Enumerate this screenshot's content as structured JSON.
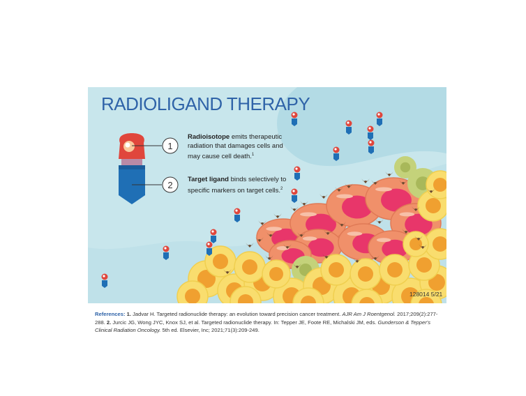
{
  "title": "RADIOLIGAND THERAPY",
  "legend": [
    {
      "number": "1",
      "term": "Radioisotope",
      "text": "emits therapeutic radiation that damages cells and may cause cell death.",
      "ref": "1"
    },
    {
      "number": "2",
      "term": "Target ligand",
      "text": "binds selectively to specific markers on target cells.",
      "ref": "2"
    }
  ],
  "figure_id": "128014 5/21",
  "references": {
    "label": "References:",
    "items": [
      {
        "number": "1.",
        "text": "Jadvar H. Targeted radionuclide therapy: an evolution toward precision cancer treatment.",
        "journal": "AJR Am J Roentgenol.",
        "citation": "2017;209(2):277-288."
      },
      {
        "number": "2.",
        "text": "Jurcic JG, Wong JYC, Knox SJ, et al. Targeted radionuclide therapy. In: Tepper JE, Foote RE, Michalski JM, eds.",
        "journal": "Gunderson & Tepper's Clinical Radiation Oncology.",
        "citation": "5th ed. Elsevier, Inc; 2021;71(3):209-249."
      }
    ]
  },
  "colors": {
    "background": "#c8e6ec",
    "blob": "#b3dbe5",
    "title": "#2f63a8",
    "radioisotope": "#e0463c",
    "ligand": "#1f6fb5",
    "target_cell": "#f0906a",
    "target_nucleus": "#e8366a",
    "healthy_cell": "#f9dd6e",
    "healthy_nucleus": "#f0a030",
    "receptor": "#6b4a30"
  }
}
